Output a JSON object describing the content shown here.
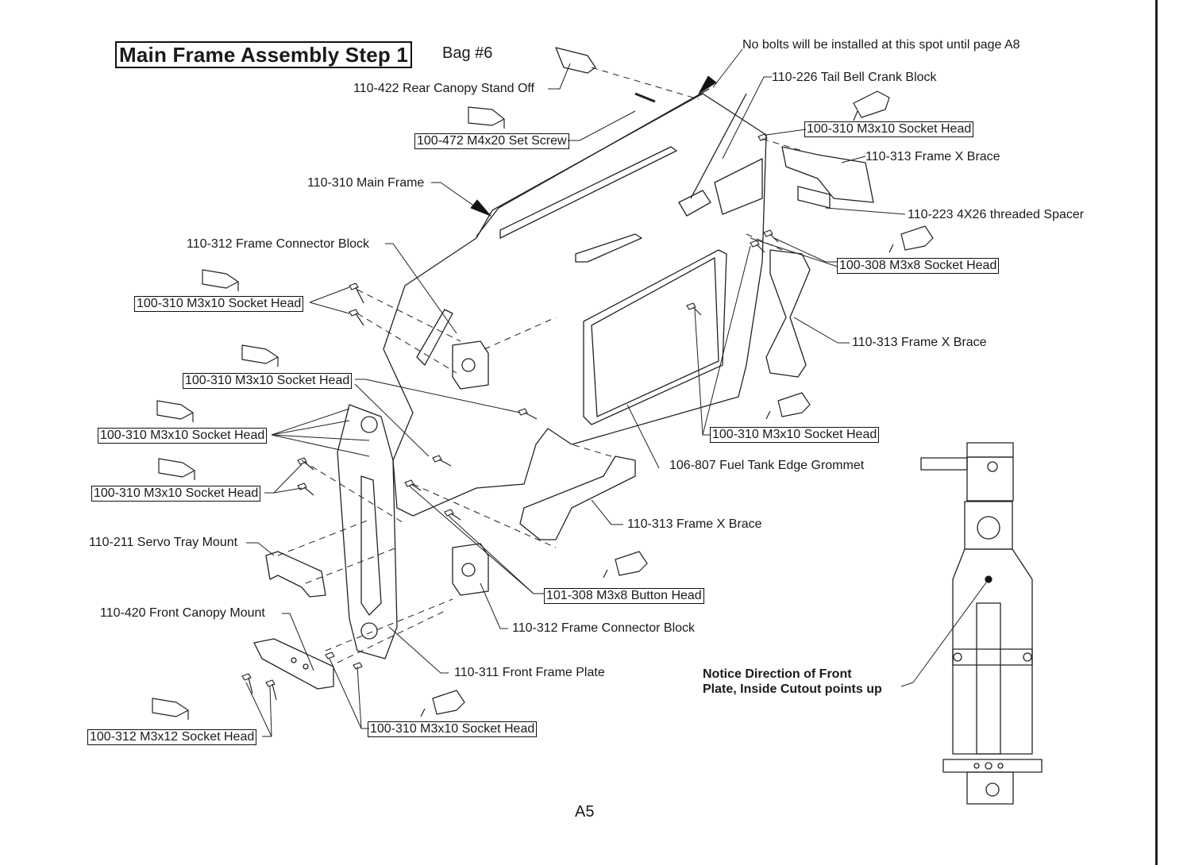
{
  "title": "Main Frame Assembly Step 1",
  "bag": "Bag #6",
  "callouts": {
    "no_bolts_note": "No bolts will be installed at this spot until page A8",
    "rear_canopy_standoff": "110-422 Rear Canopy Stand Off",
    "set_screw": "100-472 M4x20 Set Screw",
    "tail_bell_crank": "110-226 Tail Bell Crank Block",
    "socket_head_top_right": "100-310 M3x10 Socket Head",
    "frame_x_brace_top": "110-313 Frame X Brace",
    "threaded_spacer": "110-223 4X26 threaded Spacer",
    "main_frame": "110-310 Main Frame",
    "frame_connector_top": "110-312 Frame Connector Block",
    "socket_head_m3x8": "100-308 M3x8 Socket Head",
    "socket_head_left_1": "100-310 M3x10 Socket Head",
    "frame_x_brace_right": "110-313 Frame X Brace",
    "socket_head_left_2": "100-310 M3x10 Socket Head",
    "socket_head_left_3": "100-310 M3x10 Socket Head",
    "socket_head_center": "100-310 M3x10 Socket Head",
    "fuel_tank_grommet": "106-807 Fuel Tank Edge Grommet",
    "socket_head_left_4": "100-310 M3x10 Socket Head",
    "frame_x_brace_bottom": "110-313 Frame X Brace",
    "servo_tray_mount": "110-211 Servo Tray Mount",
    "button_head": "101-308 M3x8 Button Head",
    "front_canopy_mount": "110-420 Front Canopy Mount",
    "frame_connector_bottom": "110-312 Frame Connector Block",
    "front_frame_plate": "110-311 Front Frame Plate",
    "socket_head_bottom": "100-310 M3x10 Socket Head",
    "socket_head_m3x12": "100-312 M3x12 Socket Head"
  },
  "notice": {
    "line1": "Notice Direction of Front",
    "line2": "Plate, Inside Cutout points up"
  },
  "page_number": "A5"
}
